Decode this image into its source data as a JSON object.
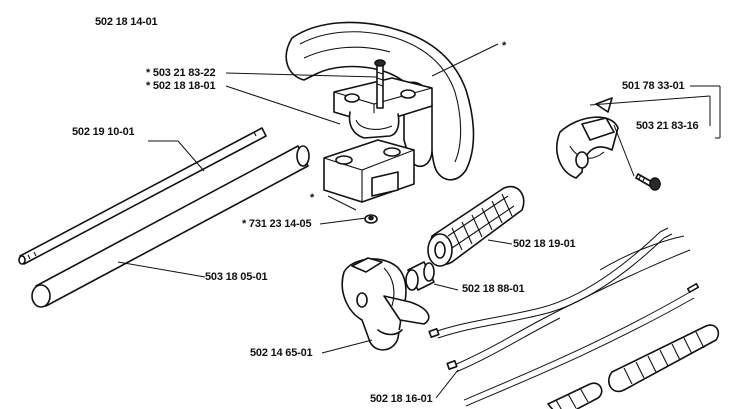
{
  "diagram": {
    "header_part_number": "502 18 14-01",
    "labels": {
      "star_top": "*",
      "p503218322": "* 503 21 83-22",
      "p502181801": "* 502 18 18-01",
      "p502191001": "502 19 10-01",
      "p501783301": "501 78 33-01",
      "p503218316": "503 21 83-16",
      "star_mid": "*",
      "p731231405": "* 731 23 14-05",
      "p502181901": "502 18 19-01",
      "p502188801": "502 18 88-01",
      "p503180501": "503 18 05-01",
      "p502146501": "502 14 65-01",
      "p502181601": "502 18 16-01"
    }
  }
}
